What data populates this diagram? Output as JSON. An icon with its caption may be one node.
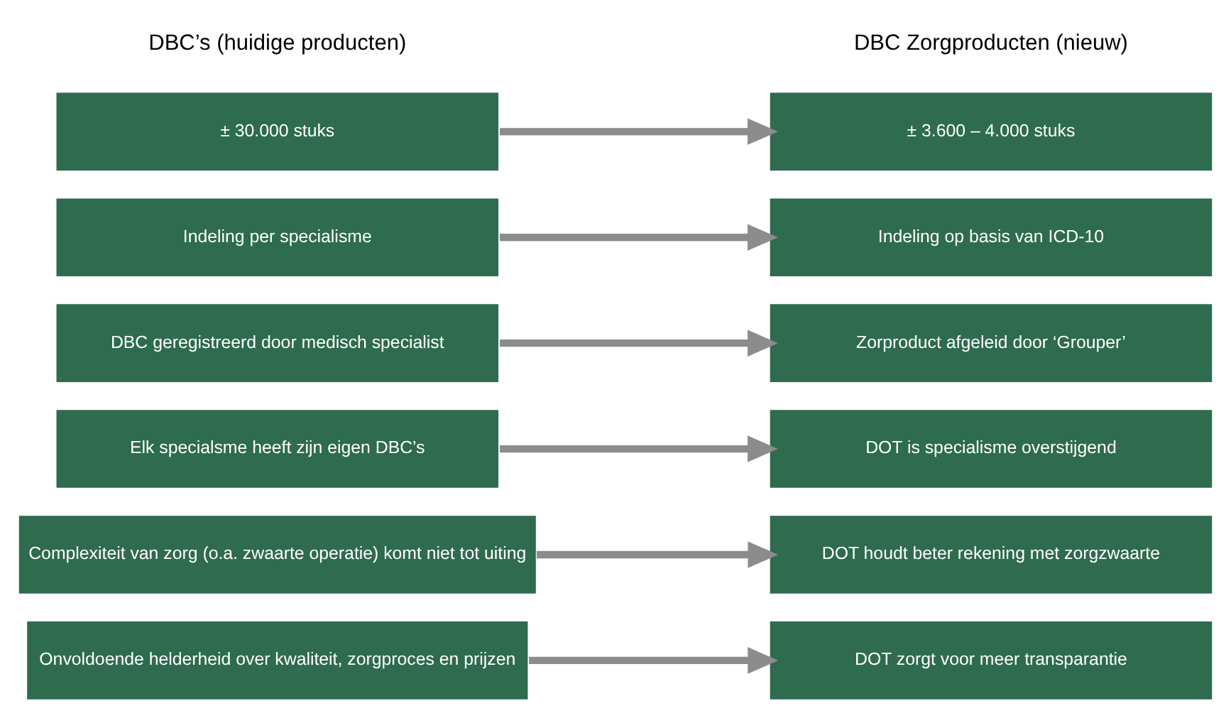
{
  "diagram": {
    "nodes": [
      {
        "text": [
          "± 30.000 stuks"
        ]
      },
      {
        "text": [
          "± 3.600 – 4.000 stuks"
        ]
      },
      {
        "text": [
          "Indeling per specialisme"
        ]
      },
      {
        "text": [
          "Indeling op basis van ICD-10"
        ]
      },
      {
        "text": [
          "DBC geregistreerd door medisch specialist"
        ]
      },
      {
        "text": [
          "Zorproduct afgeleid door ‘Grouper’"
        ]
      },
      {
        "text": [
          "Elk specialsme heeft zijn eigen DBC’s"
        ]
      },
      {
        "text": [
          "DOT is specialisme overstijgend"
        ]
      },
      {
        "text": [
          "Complexiteit van zorg (o.a. zwaarte operatie) komt niet tot uiting"
        ]
      },
      {
        "text": [
          "DOT houdt beter rekening met zorgzwaarte"
        ]
      },
      {
        "text": [
          "Onvoldoende helderheid over kwaliteit, zorgproces en prijzen"
        ]
      },
      {
        "text": [
          "DOT zorgt voor meer transparantie"
        ]
      }
    ],
    "edges": [
      {
        "from": 0,
        "to": 1,
        "arrow": "to"
      },
      {
        "from": 2,
        "to": 3,
        "arrow": "to"
      },
      {
        "from": 4,
        "to": 5,
        "arrow": "to"
      },
      {
        "from": 6,
        "to": 7,
        "arrow": "to"
      },
      {
        "from": 8,
        "to": 9,
        "arrow": "to"
      },
      {
        "from": 10,
        "to": 11,
        "arrow": "to"
      }
    ],
    "labels": [
      "DBC’s (huidige producten)",
      "DBC Zorgproducten (nieuw)"
    ]
  }
}
